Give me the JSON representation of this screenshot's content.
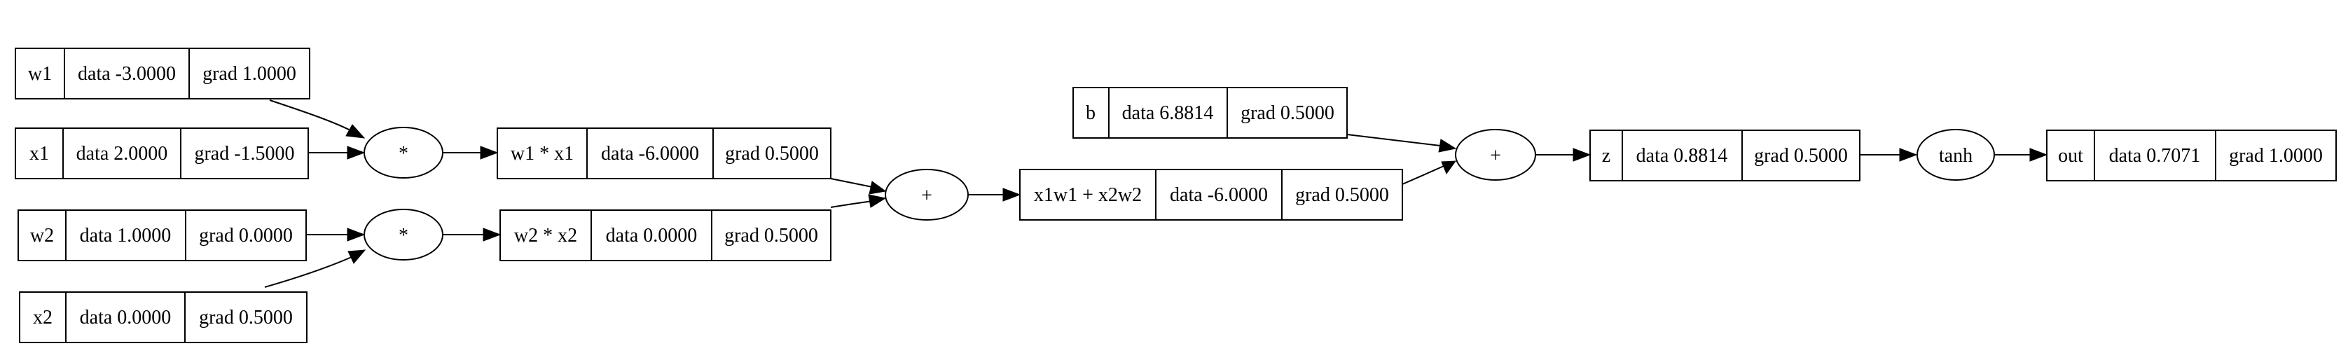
{
  "nodes": {
    "w1": {
      "label": "w1",
      "data": "data -3.0000",
      "grad": "grad 1.0000"
    },
    "x1": {
      "label": "x1",
      "data": "data 2.0000",
      "grad": "grad -1.5000"
    },
    "w2": {
      "label": "w2",
      "data": "data 1.0000",
      "grad": "grad 0.0000"
    },
    "x2": {
      "label": "x2",
      "data": "data 0.0000",
      "grad": "grad 0.5000"
    },
    "w1x1": {
      "label": "w1 * x1",
      "data": "data -6.0000",
      "grad": "grad 0.5000"
    },
    "w2x2": {
      "label": "w2 * x2",
      "data": "data 0.0000",
      "grad": "grad 0.5000"
    },
    "x1w1x2w2": {
      "label": "x1w1 + x2w2",
      "data": "data -6.0000",
      "grad": "grad 0.5000"
    },
    "b": {
      "label": "b",
      "data": "data 6.8814",
      "grad": "grad 0.5000"
    },
    "z": {
      "label": "z",
      "data": "data 0.8814",
      "grad": "grad 0.5000"
    },
    "out": {
      "label": "out",
      "data": "data 0.7071",
      "grad": "grad 1.0000"
    }
  },
  "ops": {
    "mul1": "*",
    "mul2": "*",
    "add1": "+",
    "add2": "+",
    "tanh": "tanh"
  }
}
